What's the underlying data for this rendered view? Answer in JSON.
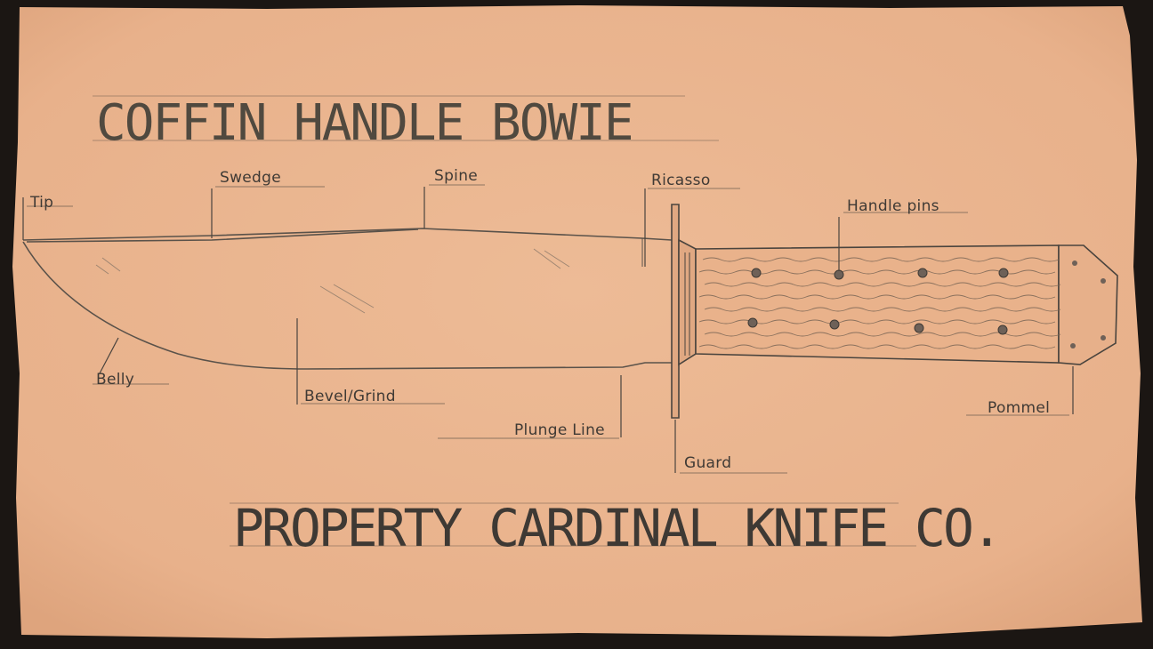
{
  "title": "COFFIN HANDLE BOWIE",
  "footer": "PROPERTY CARDINAL KNIFE CO.",
  "labels": {
    "tip": "Tip",
    "swedge": "Swedge",
    "spine": "Spine",
    "ricasso": "Ricasso",
    "handle_pins": "Handle pins",
    "belly": "Belly",
    "bevel_grind": "Bevel/Grind",
    "plunge_line": "Plunge Line",
    "guard": "Guard",
    "pommel": "Pommel"
  },
  "colors": {
    "paper": "#e9b48e",
    "pencil": "#4a443e",
    "border": "#1b1613"
  }
}
